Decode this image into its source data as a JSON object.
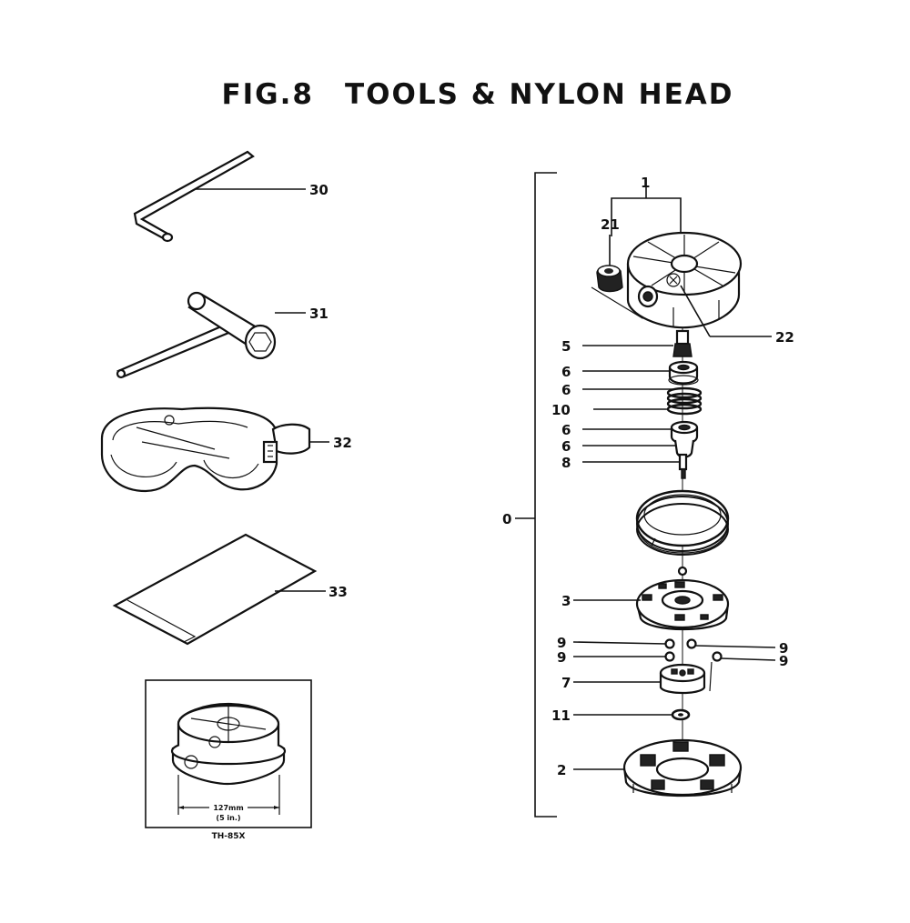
{
  "figure": {
    "number": "FIG.8",
    "title": "TOOLS & NYLON HEAD"
  },
  "tool_parts": [
    {
      "id": "30"
    },
    {
      "id": "31"
    },
    {
      "id": "32"
    },
    {
      "id": "33"
    }
  ],
  "head_parts": [
    {
      "id": "1"
    },
    {
      "id": "21"
    },
    {
      "id": "22"
    },
    {
      "id": "5"
    },
    {
      "id": "6"
    },
    {
      "id": "6"
    },
    {
      "id": "10"
    },
    {
      "id": "6"
    },
    {
      "id": "6"
    },
    {
      "id": "8"
    },
    {
      "id": "3"
    },
    {
      "id": "9"
    },
    {
      "id": "9"
    },
    {
      "id": "9"
    },
    {
      "id": "9"
    },
    {
      "id": "7"
    },
    {
      "id": "11"
    },
    {
      "id": "2"
    }
  ],
  "assembly": {
    "id": "0"
  },
  "inset": {
    "dimension_mm": "127mm",
    "dimension_in": "(5 in.)",
    "model": "TH-85X"
  }
}
